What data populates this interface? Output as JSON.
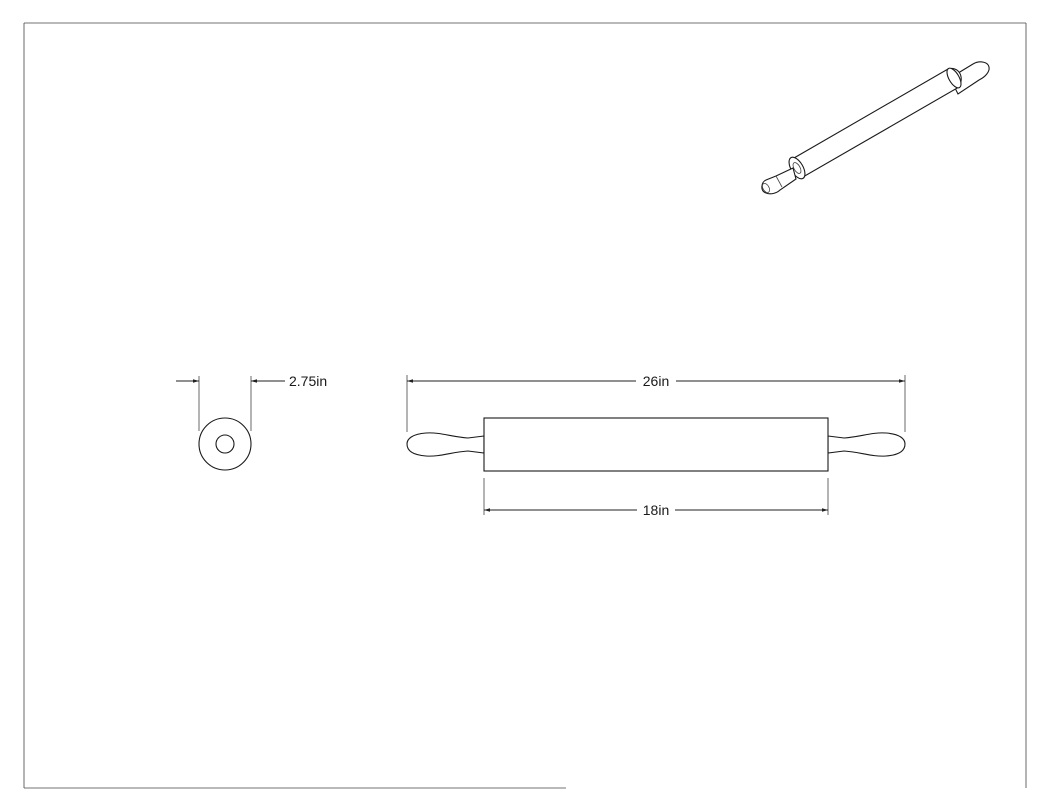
{
  "drawing": {
    "dimensions": {
      "diameter": "2.75in",
      "overall_length": "26in",
      "barrel_length": "18in"
    }
  }
}
